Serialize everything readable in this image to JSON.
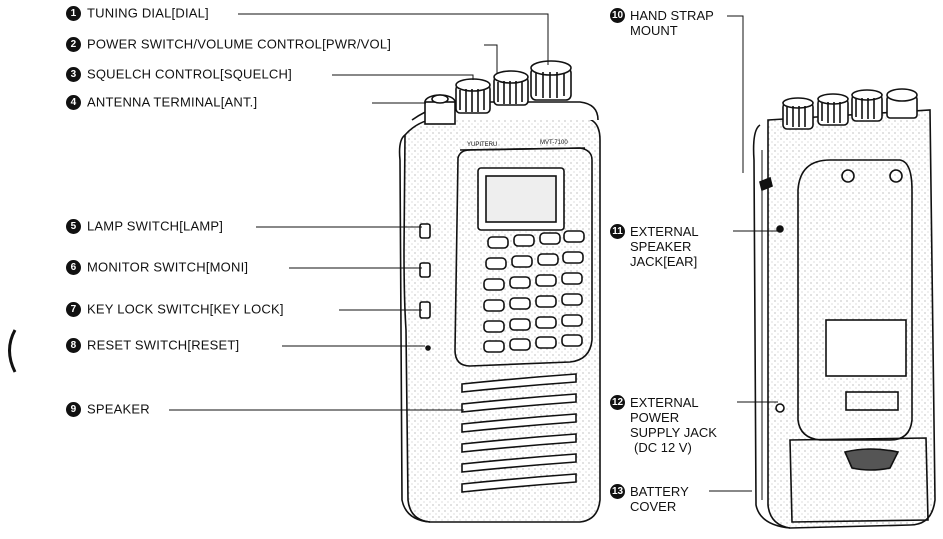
{
  "callouts_left": [
    {
      "num": "1",
      "text": "TUNING DIAL[DIAL]"
    },
    {
      "num": "2",
      "text": "POWER SWITCH/VOLUME CONTROL[PWR/VOL]"
    },
    {
      "num": "3",
      "text": "SQUELCH CONTROL[SQUELCH]"
    },
    {
      "num": "4",
      "text": "ANTENNA TERMINAL[ANT.]"
    },
    {
      "num": "5",
      "text": "LAMP SWITCH[LAMP]"
    },
    {
      "num": "6",
      "text": "MONITOR SWITCH[MONI]"
    },
    {
      "num": "7",
      "text": "KEY LOCK SWITCH[KEY LOCK]"
    },
    {
      "num": "8",
      "text": "RESET SWITCH[RESET]"
    },
    {
      "num": "9",
      "text": "SPEAKER"
    }
  ],
  "callouts_right": [
    {
      "num": "10",
      "lines": [
        "HAND STRAP",
        "MOUNT"
      ]
    },
    {
      "num": "11",
      "lines": [
        "EXTERNAL",
        "SPEAKER",
        "JACK[EAR]"
      ]
    },
    {
      "num": "12",
      "lines": [
        "EXTERNAL",
        "POWER",
        "SUPPLY JACK",
        "(DC 12 V)"
      ]
    },
    {
      "num": "13",
      "lines": [
        "BATTERY",
        "COVER"
      ]
    }
  ],
  "device_text": {
    "brand": "YUPITERU",
    "model": "MVT-7100"
  },
  "colors": {
    "ink": "#111111",
    "paper": "#ffffff",
    "shade": "#cfcfcf"
  }
}
